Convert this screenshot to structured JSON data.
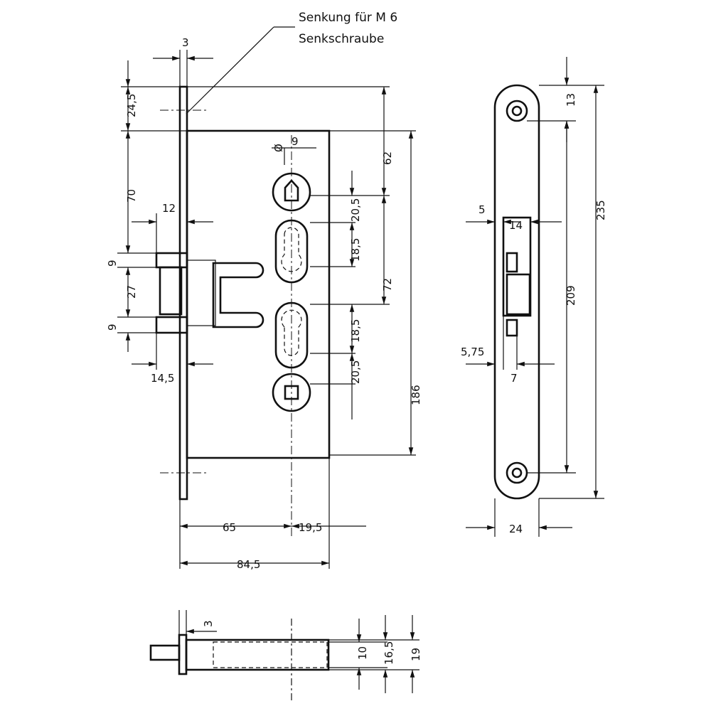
{
  "note": {
    "line1": "Senkung für M 6",
    "line2": "Senkschraube"
  },
  "front": {
    "d_plate": "3",
    "d_top": "24,5",
    "d_upper": "70",
    "d_bolt_top": "9",
    "d_bolt_mid": "27",
    "d_bolt_bot": "9",
    "d_latch_depth": "12",
    "d_latch_proj": "14,5",
    "d_bore": "9",
    "bore_symbol": "Ø",
    "d_62": "62",
    "d_205a": "20,5",
    "d_185a": "18,5",
    "d_72": "72",
    "d_185b": "18,5",
    "d_205b": "20,5",
    "d_186": "186",
    "d_65": "65",
    "d_195": "19,5",
    "d_845": "84,5"
  },
  "strike": {
    "d_13": "13",
    "d_235": "235",
    "d_209": "209",
    "d_5": "5",
    "d_14": "14",
    "d_575": "5,75",
    "d_7": "7",
    "d_24": "24"
  },
  "bottom": {
    "d_3": "3",
    "d_10": "10",
    "d_165": "16,5",
    "d_19": "19"
  }
}
